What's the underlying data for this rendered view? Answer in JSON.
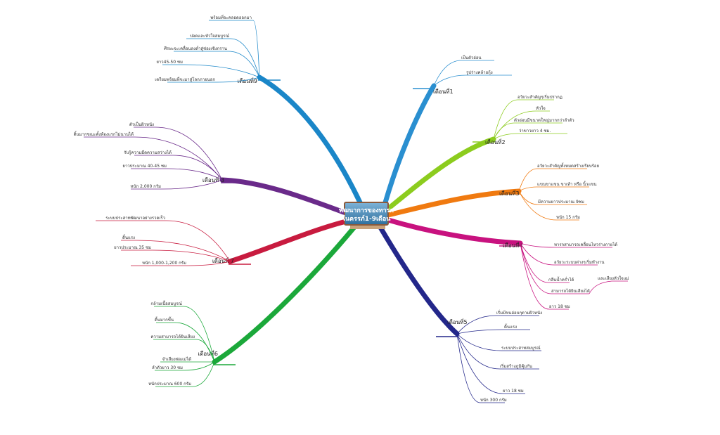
{
  "center": {
    "line1": "พัฒนาการของทารก",
    "line2": "ในครรภ์1-9เดือน"
  },
  "branches": [
    {
      "name": "เดือนที่1",
      "color": "#2a8fd0",
      "items": [
        "เป็นตัวอ่อน",
        "รูปร่างคล้ายกุ้ง"
      ]
    },
    {
      "name": "เดือนที่2",
      "color": "#8ccc1e",
      "items": [
        "อวัยวะสำคัญๆเริ่มปรากฏ",
        "หัวใจ",
        "ตัวอ่อนมีขนาดใหญ่มากกว่าลำตัว",
        "ว่าขาวยาว 4 ซม."
      ]
    },
    {
      "name": "เดือนที่3",
      "color": "#f07a10",
      "items": [
        "อวัยวะสำคัญทั้งหมดสร้างเรียบร้อย",
        "แขนขาแขน ขาเท้า หรือ นิ้วแขน",
        "มีความยาวประมาณ 9ซม",
        "หนัก 15 กรัม"
      ]
    },
    {
      "name": "เดือนที่4",
      "color": "#c8127f",
      "items": [
        "ทารกสามารถเคลื่อนไหวร่างกายได้",
        "อวัยวะระบบต่างๆเริ่มทำงาน",
        "กลืนน้ำคร่ำได้",
        "สามารถได้ยินเสียงได้",
        "ยาว 18 ซม"
      ],
      "sub": "และเสียงหัวใจแม่"
    },
    {
      "name": "เดือนที่5",
      "color": "#23278a",
      "items": [
        "เริ่มมีขนอ่อนๆตามผิวหนัง",
        "ดิ้นแรง",
        "ระบบประสาทสมบูรณ์",
        "เริ่มสร้างภูมิคุ้มกัน",
        "ยาว 18 ซม",
        "หนัก 300 กรัม"
      ]
    },
    {
      "name": "เดือนที่6",
      "color": "#1ba83a",
      "items": [
        "กล้ามเนื้อสมบูรณ์",
        "ดิ้นมากขึ้น",
        "ความสามารถได้ยินเสียง",
        "จำเสียงพ่อแม่ได้",
        "ลำตัวยาว 30 ซม",
        "หนักประมาณ 600 กรัม"
      ]
    },
    {
      "name": "เดือนที่ 7",
      "color": "#c81b3f",
      "items": [
        "ระบบประสาทพัฒนาอย่างรวดเร็ว",
        "ดิ้นแรง",
        "ยาวประมาณ 35 ซม",
        "หนัก 1,000-1,200 กรัม"
      ]
    },
    {
      "name": "เดือนที่ 8",
      "color": "#6a2a8a",
      "items": [
        "ตัวเป็นผิวหนัง",
        "ดิ้นมากขณะตั้งท้องแรกไม่นานได้",
        "รับรู้ความมืดความสว่างได้",
        "ยาวประมาณ 40-45 ซม",
        "หนัก 2,000 กรัม"
      ]
    },
    {
      "name": "เดือนที่9",
      "color": "#1a86c8",
      "items": [
        "พร้อมที่จะคลอดออกมา",
        "ปอดและหัวใจสมบูรณ์",
        "ศีรษะจะเคลื่อนลงต่ำสู่ช่องเชิงกราน",
        "ยาว45-50 ซม",
        "เตรียมพร้อมที่จะมาสู่โลกภายนอก"
      ]
    }
  ]
}
